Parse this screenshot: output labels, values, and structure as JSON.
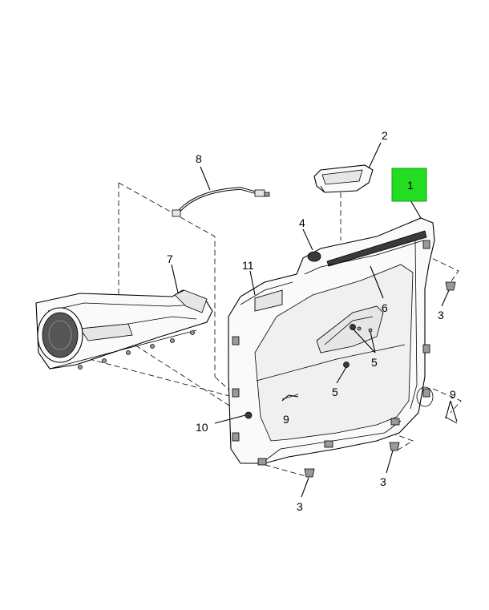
{
  "callouts": [
    {
      "id": "c1",
      "text": "1",
      "highlight": true
    },
    {
      "id": "c2",
      "text": "2"
    },
    {
      "id": "c3a",
      "text": "3"
    },
    {
      "id": "c3b",
      "text": "3"
    },
    {
      "id": "c3c",
      "text": "3"
    },
    {
      "id": "c4",
      "text": "4"
    },
    {
      "id": "c5a",
      "text": "5"
    },
    {
      "id": "c5b",
      "text": "5"
    },
    {
      "id": "c6",
      "text": "6"
    },
    {
      "id": "c7",
      "text": "7"
    },
    {
      "id": "c8",
      "text": "8"
    },
    {
      "id": "c9a",
      "text": "9"
    },
    {
      "id": "c9b",
      "text": "9"
    },
    {
      "id": "c10",
      "text": "10"
    },
    {
      "id": "c11",
      "text": "11"
    }
  ],
  "colors": {
    "highlight": "#22dd22",
    "line": "#000000",
    "background": "#ffffff"
  }
}
